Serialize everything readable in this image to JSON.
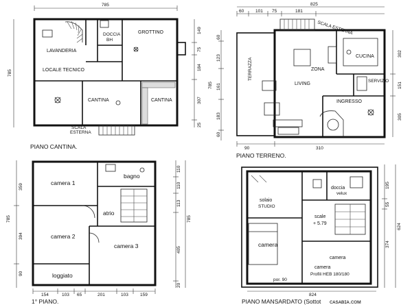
{
  "plans": {
    "cantina": {
      "title": "PIANO CANTINA.",
      "rooms": {
        "lavanderia": "LAVANDERIA",
        "locale_tecnico": "LOCALE TECNICO",
        "doccia": "DOCCIA",
        "bh": "BH",
        "grottino": "GROTTINO",
        "cantina1": "CANTINA",
        "cantina2": "CANTINA",
        "scala_esterna_1": "SCALA",
        "scala_esterna_2": "ESTERNA"
      },
      "dims_top": "785",
      "dims_left": "785",
      "dims_right": [
        "149",
        "75",
        "184",
        "307",
        "25"
      ]
    },
    "terreno": {
      "title": "PIANO TERRENO.",
      "rooms": {
        "terrazza": "TERRAZZA",
        "zona": "ZONA",
        "living": "LIVING",
        "cucina": "CUCINA",
        "ingresso": "INGRESSO",
        "servizio": "SERVIZIO",
        "scala_esterna": "SCALA ESTERNA"
      },
      "dims_top_total": "825",
      "dims_top": [
        "60",
        "101",
        "75",
        "181"
      ],
      "dims_bottom": [
        "90",
        "310"
      ],
      "dims_left": [
        "60",
        "123",
        "161",
        "183",
        "60"
      ],
      "dims_left_total": "785",
      "dims_right": [
        "302",
        "151",
        "305"
      ]
    },
    "primo": {
      "title": "1° PIANO.",
      "rooms": {
        "camera1": "camera 1",
        "camera2": "camera 2",
        "camera3": "camera 3",
        "bagno": "bagno",
        "atrio": "atrio",
        "loggiato": "loggiato"
      },
      "dims_left": [
        "359",
        "394",
        "90"
      ],
      "dims_left_total": "785",
      "dims_right": [
        "110",
        "110",
        "113",
        "405",
        "20"
      ],
      "dims_right_total": "785",
      "dims_bottom": [
        "154",
        "103",
        "65",
        "201",
        "103",
        "159"
      ]
    },
    "mansardato": {
      "title": "PIANO MANSARDATO (Sottot",
      "rooms": {
        "solaio": "solaio",
        "studio": "STUDIO",
        "doccia": "doccia",
        "velux": "velux",
        "scale": "scale",
        "scale_h": "+ 5.79",
        "camera": "camera",
        "camera2": "camera",
        "camera3": "camera",
        "profili": "Profili HEB 180/180",
        "por": "por. 90"
      },
      "dims_right": [
        "195",
        "55",
        "374"
      ],
      "dims_right_total": "624",
      "dims_bottom": "824"
    }
  },
  "watermark": "ᴄᴀsᴀʙɪᴀ.ᴄᴏᴍ"
}
